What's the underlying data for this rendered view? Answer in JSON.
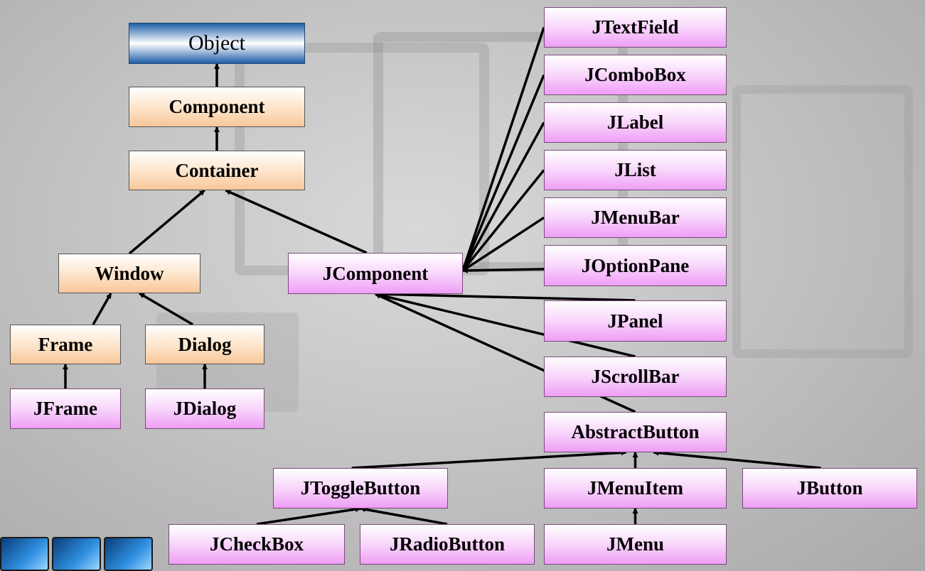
{
  "diagram": {
    "nodes": {
      "object": "Object",
      "component": "Component",
      "container": "Container",
      "window": "Window",
      "frame": "Frame",
      "dialog": "Dialog",
      "jframe": "JFrame",
      "jdialog": "JDialog",
      "jcomponent": "JComponent",
      "jtextfield": "JTextField",
      "jcombobox": "JComboBox",
      "jlabel": "JLabel",
      "jlist": "JList",
      "jmenubar": "JMenuBar",
      "joptionpane": "JOptionPane",
      "jpanel": "JPanel",
      "jscrollbar": "JScrollBar",
      "abstractbutton": "AbstractButton",
      "jtogglebutton": "JToggleButton",
      "jmenuitem": "JMenuItem",
      "jbutton": "JButton",
      "jcheckbox": "JCheckBox",
      "jradiobutton": "JRadioButton",
      "jmenu": "JMenu"
    },
    "edges": [
      [
        "component",
        "object"
      ],
      [
        "container",
        "component"
      ],
      [
        "window",
        "container"
      ],
      [
        "jcomponent",
        "container"
      ],
      [
        "frame",
        "window"
      ],
      [
        "dialog",
        "window"
      ],
      [
        "jframe",
        "frame"
      ],
      [
        "jdialog",
        "dialog"
      ],
      [
        "jtextfield",
        "jcomponent"
      ],
      [
        "jcombobox",
        "jcomponent"
      ],
      [
        "jlabel",
        "jcomponent"
      ],
      [
        "jlist",
        "jcomponent"
      ],
      [
        "jmenubar",
        "jcomponent"
      ],
      [
        "joptionpane",
        "jcomponent"
      ],
      [
        "jpanel",
        "jcomponent"
      ],
      [
        "jscrollbar",
        "jcomponent"
      ],
      [
        "abstractbutton",
        "jcomponent"
      ],
      [
        "jtogglebutton",
        "abstractbutton"
      ],
      [
        "jmenuitem",
        "abstractbutton"
      ],
      [
        "jbutton",
        "abstractbutton"
      ],
      [
        "jcheckbox",
        "jtogglebutton"
      ],
      [
        "jradiobutton",
        "jtogglebutton"
      ],
      [
        "jmenu",
        "jmenuitem"
      ]
    ]
  },
  "colors": {
    "awt_fill": "#f7c79a",
    "swing_fill": "#ef9ef6",
    "root_fill": "#1f5fa8",
    "arrow": "#000000"
  }
}
